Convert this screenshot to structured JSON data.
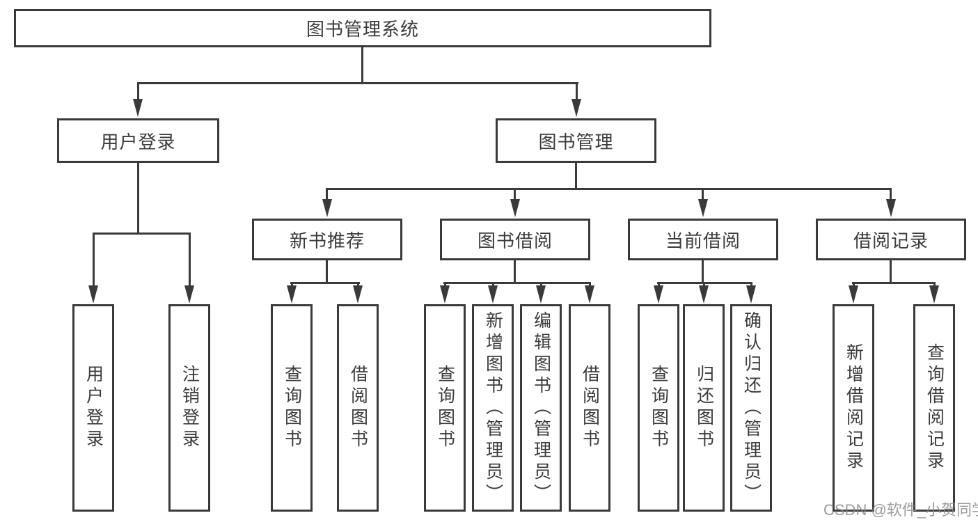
{
  "diagram": {
    "watermark": "CSDN @软件_小贺同学",
    "colors": {
      "line": "#3a3a3a",
      "text": "#3b3b3b",
      "background": "#ffffff",
      "watermark": "#878787"
    },
    "nodes": [
      {
        "id": "root",
        "label": "图书管理系统"
      },
      {
        "id": "user-login",
        "label": "用户登录"
      },
      {
        "id": "book-management",
        "label": "图书管理"
      },
      {
        "id": "new-book-recommend",
        "label": "新书推荐"
      },
      {
        "id": "book-borrowing",
        "label": "图书借阅"
      },
      {
        "id": "current-borrowing",
        "label": "当前借阅"
      },
      {
        "id": "borrowing-records",
        "label": "借阅记录"
      },
      {
        "id": "leaf-user-login",
        "label": "用户登录"
      },
      {
        "id": "leaf-logout",
        "label": "注销登录"
      },
      {
        "id": "leaf-query-books-1",
        "label": "查询图书"
      },
      {
        "id": "leaf-borrow-books-1",
        "label": "借阅图书"
      },
      {
        "id": "leaf-query-books-2",
        "label": "查询图书"
      },
      {
        "id": "leaf-add-books",
        "label": "新增图书（管理员）"
      },
      {
        "id": "leaf-edit-books",
        "label": "编辑图书（管理员）"
      },
      {
        "id": "leaf-borrow-books-2",
        "label": "借阅图书"
      },
      {
        "id": "leaf-query-books-3",
        "label": "查询图书"
      },
      {
        "id": "leaf-return-books",
        "label": "归还图书"
      },
      {
        "id": "leaf-confirm-return",
        "label": "确认归还（管理员）"
      },
      {
        "id": "leaf-add-borrow-record",
        "label": "新增借阅记录"
      },
      {
        "id": "leaf-query-borrow-record",
        "label": "查询借阅记录"
      }
    ],
    "hierarchy": {
      "label": "图书管理系统",
      "children": [
        {
          "label": "用户登录",
          "children": [
            {
              "label": "用户登录"
            },
            {
              "label": "注销登录"
            }
          ]
        },
        {
          "label": "图书管理",
          "children": [
            {
              "label": "新书推荐",
              "children": [
                {
                  "label": "查询图书"
                },
                {
                  "label": "借阅图书"
                }
              ]
            },
            {
              "label": "图书借阅",
              "children": [
                {
                  "label": "查询图书"
                },
                {
                  "label": "新增图书（管理员）"
                },
                {
                  "label": "编辑图书（管理员）"
                },
                {
                  "label": "借阅图书"
                }
              ]
            },
            {
              "label": "当前借阅",
              "children": [
                {
                  "label": "查询图书"
                },
                {
                  "label": "归还图书"
                },
                {
                  "label": "确认归还（管理员）"
                }
              ]
            },
            {
              "label": "借阅记录",
              "children": [
                {
                  "label": "新增借阅记录"
                },
                {
                  "label": "查询借阅记录"
                }
              ]
            }
          ]
        }
      ]
    }
  }
}
